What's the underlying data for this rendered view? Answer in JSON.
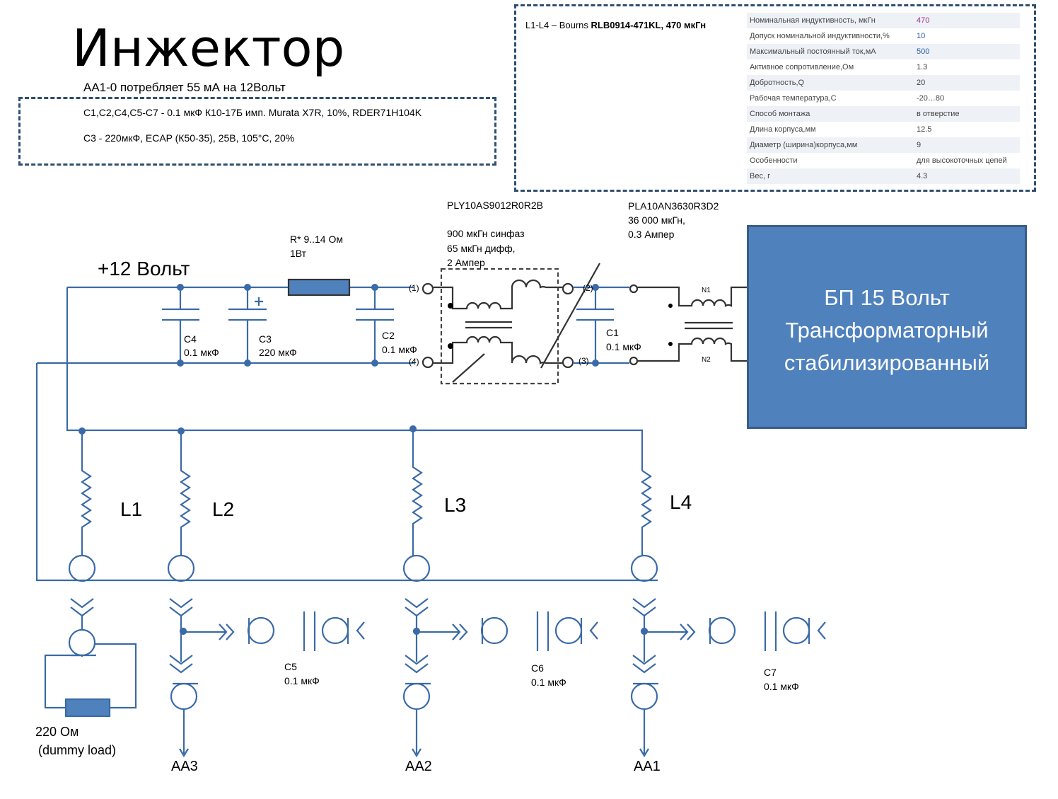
{
  "title": "Инжектор",
  "subtitle": "АА1-0 потребляет 55 мА на 12Вольт",
  "notes": [
    "C1,C2,C4,C5-C7  -  0.1 мкФ К10-17Б имп. Murata X7R, 10%, RDER71H104K",
    "C3  -  220мкФ, ECAP (К50-35),  25В, 105°C, 20%"
  ],
  "inductor_spec": {
    "header_prefix": "L1-L4 – Bourns ",
    "header_bold": "RLB0914-471KL, 470 мкГн",
    "rows": [
      {
        "key": "Номинальная индуктивность, мкГн",
        "value": "470"
      },
      {
        "key": "Допуск номинальной индуктивности,%",
        "value": "10"
      },
      {
        "key": "Максимальный постоянный ток,мА",
        "value": "500"
      },
      {
        "key": "Активное сопротивление,Ом",
        "value": "1.3"
      },
      {
        "key": "Добротность,Q",
        "value": "20"
      },
      {
        "key": "Рабочая температура,С",
        "value": "-20…80"
      },
      {
        "key": "Способ монтажа",
        "value": "в отверстие"
      },
      {
        "key": "Длина корпуса,мм",
        "value": "12.5"
      },
      {
        "key": "Диаметр (ширина)корпуса,мм",
        "value": "9"
      },
      {
        "key": "Особенности",
        "value": "для высокоточных цепей"
      },
      {
        "key": "Вес, г",
        "value": "4.3"
      }
    ]
  },
  "labels": {
    "supply": "+12 Вольт",
    "resistor_name": "R* 9..14 Ом",
    "resistor_power": "1Вт",
    "choke1_part": "PLY10AS9012R0R2B",
    "choke1_l1": "900 мкГн синфаз",
    "choke1_l2": "65 мкГн дифф,",
    "choke1_l3": "2 Ампер",
    "choke2_part": "PLA10AN3630R3D2",
    "choke2_l1": "36 000 мкГн,",
    "choke2_l2": "0.3 Ампер",
    "pin1": "(1)",
    "pin4": "(4)",
    "pin2": "(2)",
    "pin3": "(3)",
    "n1": "N1",
    "n2": "N2",
    "c4_name": "C4",
    "c4_val": "0.1 мкФ",
    "c3_name": "C3",
    "c3_val": "220 мкФ",
    "c2_name": "C2",
    "c2_val": "0.1 мкФ",
    "c1_name": "C1",
    "c1_val": "0.1 мкФ",
    "l1": "L1",
    "l2": "L2",
    "l3": "L3",
    "l4": "L4",
    "c5_name": "C5",
    "c5_val": "0.1 мкФ",
    "c6_name": "C6",
    "c6_val": "0.1 мкФ",
    "c7_name": "C7",
    "c7_val": "0.1 мкФ",
    "dummy_val": "220 Ом",
    "dummy_desc": "(dummy load)",
    "aa3": "АА3",
    "aa2": "АА2",
    "aa1": "АА1"
  },
  "psu_text": "БП 15 Вольт Трансформаторный стабилизированный",
  "colors": {
    "wire": "#3a6aa8",
    "component_fill": "#4f81bd",
    "psu_fill": "#4f81bd",
    "psu_border": "#385d8a",
    "dashed_border": "#2f4f6f"
  }
}
